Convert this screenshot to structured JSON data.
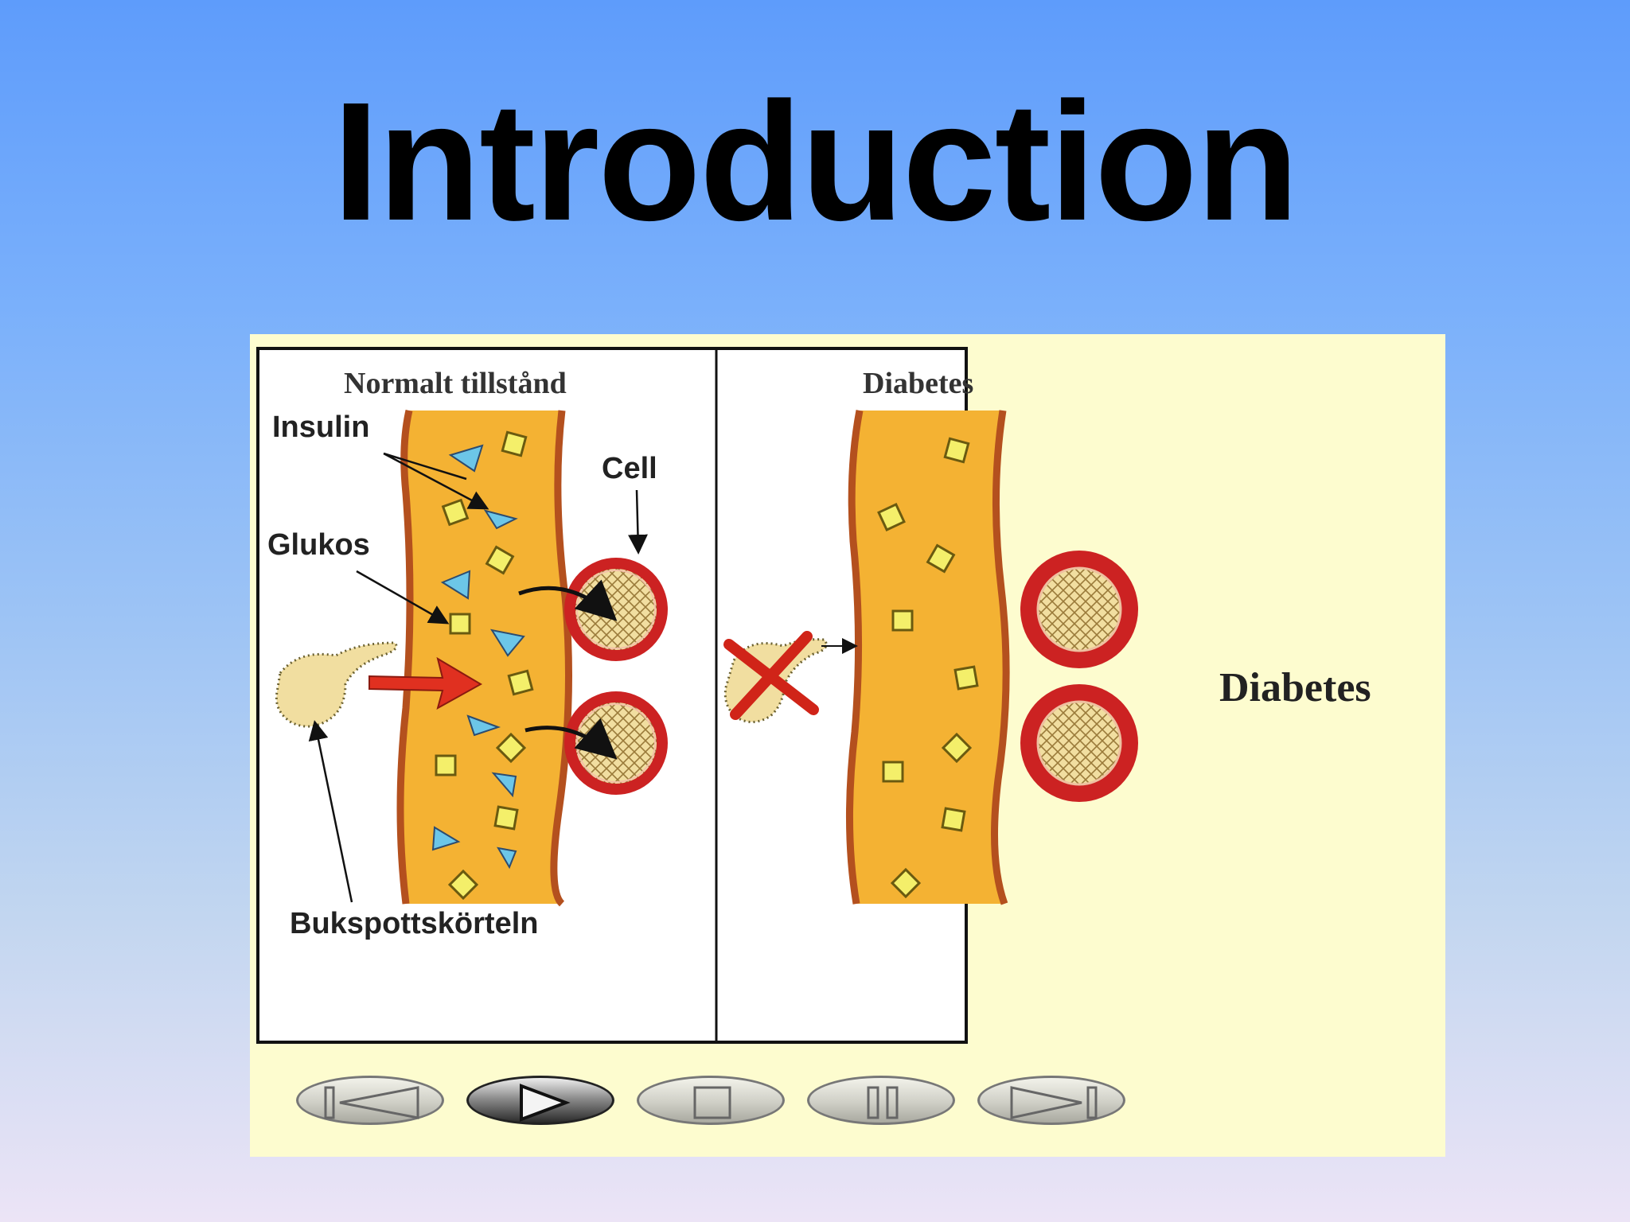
{
  "slide": {
    "title": "Introduction"
  },
  "figure": {
    "left_panel_title": "Normalt tillstånd",
    "right_panel_title": "Diabetes",
    "side_label": "Diabetes",
    "labels": {
      "insulin": "Insulin",
      "cell": "Cell",
      "glukos": "Glukos",
      "pancreas": "Bukspottskörteln"
    }
  },
  "controls": [
    {
      "icon": "skip-back-icon",
      "active": false
    },
    {
      "icon": "play-icon",
      "active": true
    },
    {
      "icon": "stop-icon",
      "active": false
    },
    {
      "icon": "pause-icon",
      "active": false
    },
    {
      "icon": "skip-forward-icon",
      "active": false
    }
  ],
  "colors": {
    "vessel_fill": "#f4b233",
    "vessel_wall": "#b4501e",
    "insulin_triangle": "#6cc6e8",
    "glucose_square": "#f4ef6a",
    "cell_ring": "#cc2222",
    "arrow_red": "#e03020",
    "figure_background": "#fdfccf"
  }
}
